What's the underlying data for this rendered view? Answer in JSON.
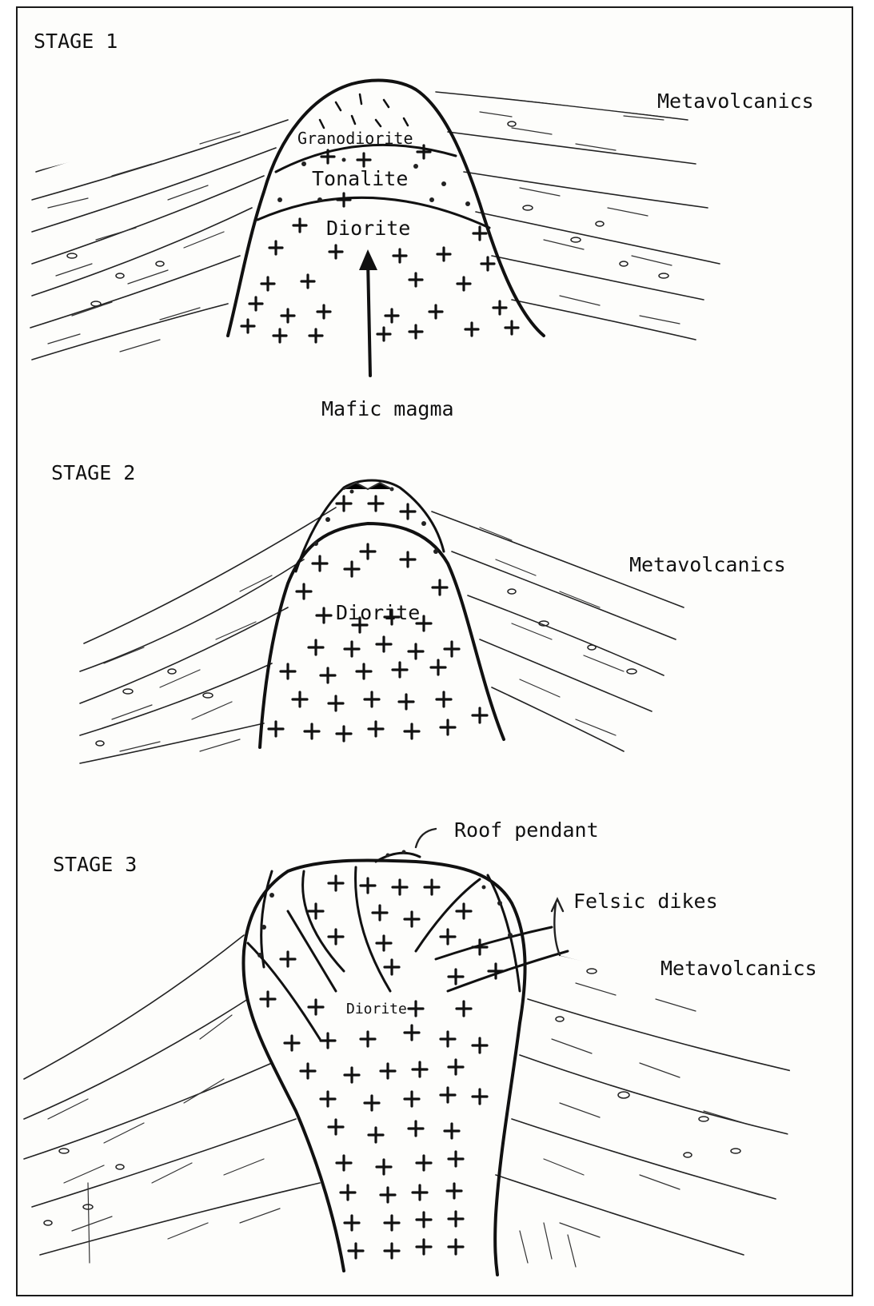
{
  "stages": [
    {
      "title": "STAGE 1",
      "labels": {
        "metavolcanics": "Metavolcanics",
        "granodiorite": "Granodiorite",
        "tonalite": "Tonalite",
        "diorite": "Diorite",
        "mafic_magma": "Mafic magma"
      }
    },
    {
      "title": "STAGE 2",
      "labels": {
        "metavolcanics": "Metavolcanics",
        "diorite": "Diorite"
      }
    },
    {
      "title": "STAGE 3",
      "labels": {
        "roof_pendant": "Roof pendant",
        "felsic_dikes": "Felsic dikes",
        "metavolcanics": "Metavolcanics",
        "diorite": "Diorite"
      }
    }
  ],
  "colors": {
    "ink": "#111111",
    "paper": "#fdfdfb",
    "border": "#1a1a1a"
  }
}
